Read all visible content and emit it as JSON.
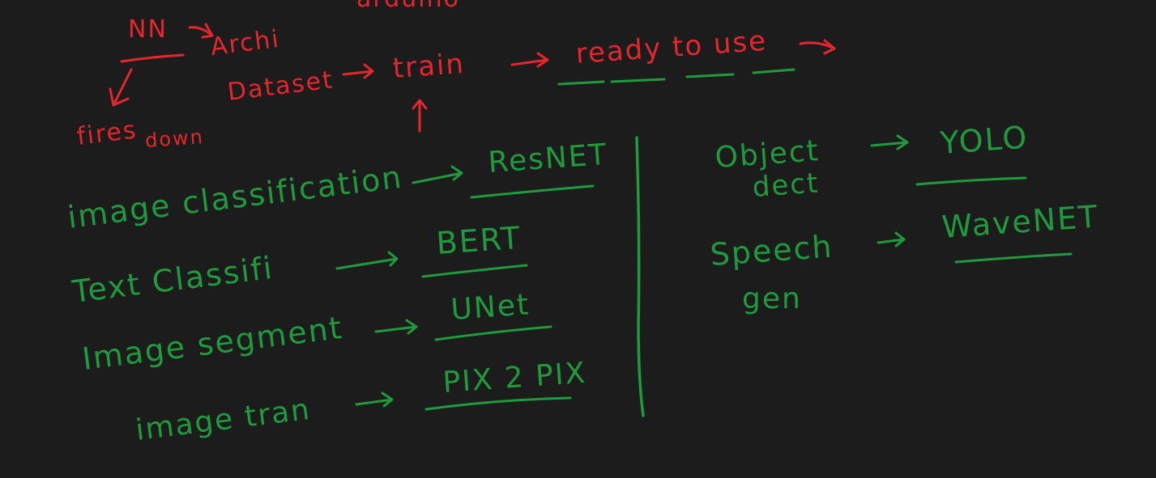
{
  "top_flow": {
    "cut_top_word": "arduino",
    "nn": "NN",
    "archi": "Archi",
    "dataset": "Dataset",
    "train": "train",
    "ready_to_use": "ready to use",
    "fires": "fires",
    "down": "down"
  },
  "left_column": {
    "image_classification": "image classification",
    "resnet": "ResNET",
    "text_classifi": "Text Classifi",
    "bert": "BERT",
    "image_segment": "Image segment",
    "unet": "UNet",
    "image_tran": "image tran",
    "pix2pix": "PIX 2 PIX"
  },
  "right_column": {
    "object": "Object",
    "dect": "dect",
    "yolo": "YOLO",
    "speech": "Speech",
    "gen": "gen",
    "wavenet": "WaveNET"
  },
  "colors": {
    "background": "#1c1c1c",
    "red_ink": "#e5262e",
    "green_ink": "#1f9a3c"
  }
}
